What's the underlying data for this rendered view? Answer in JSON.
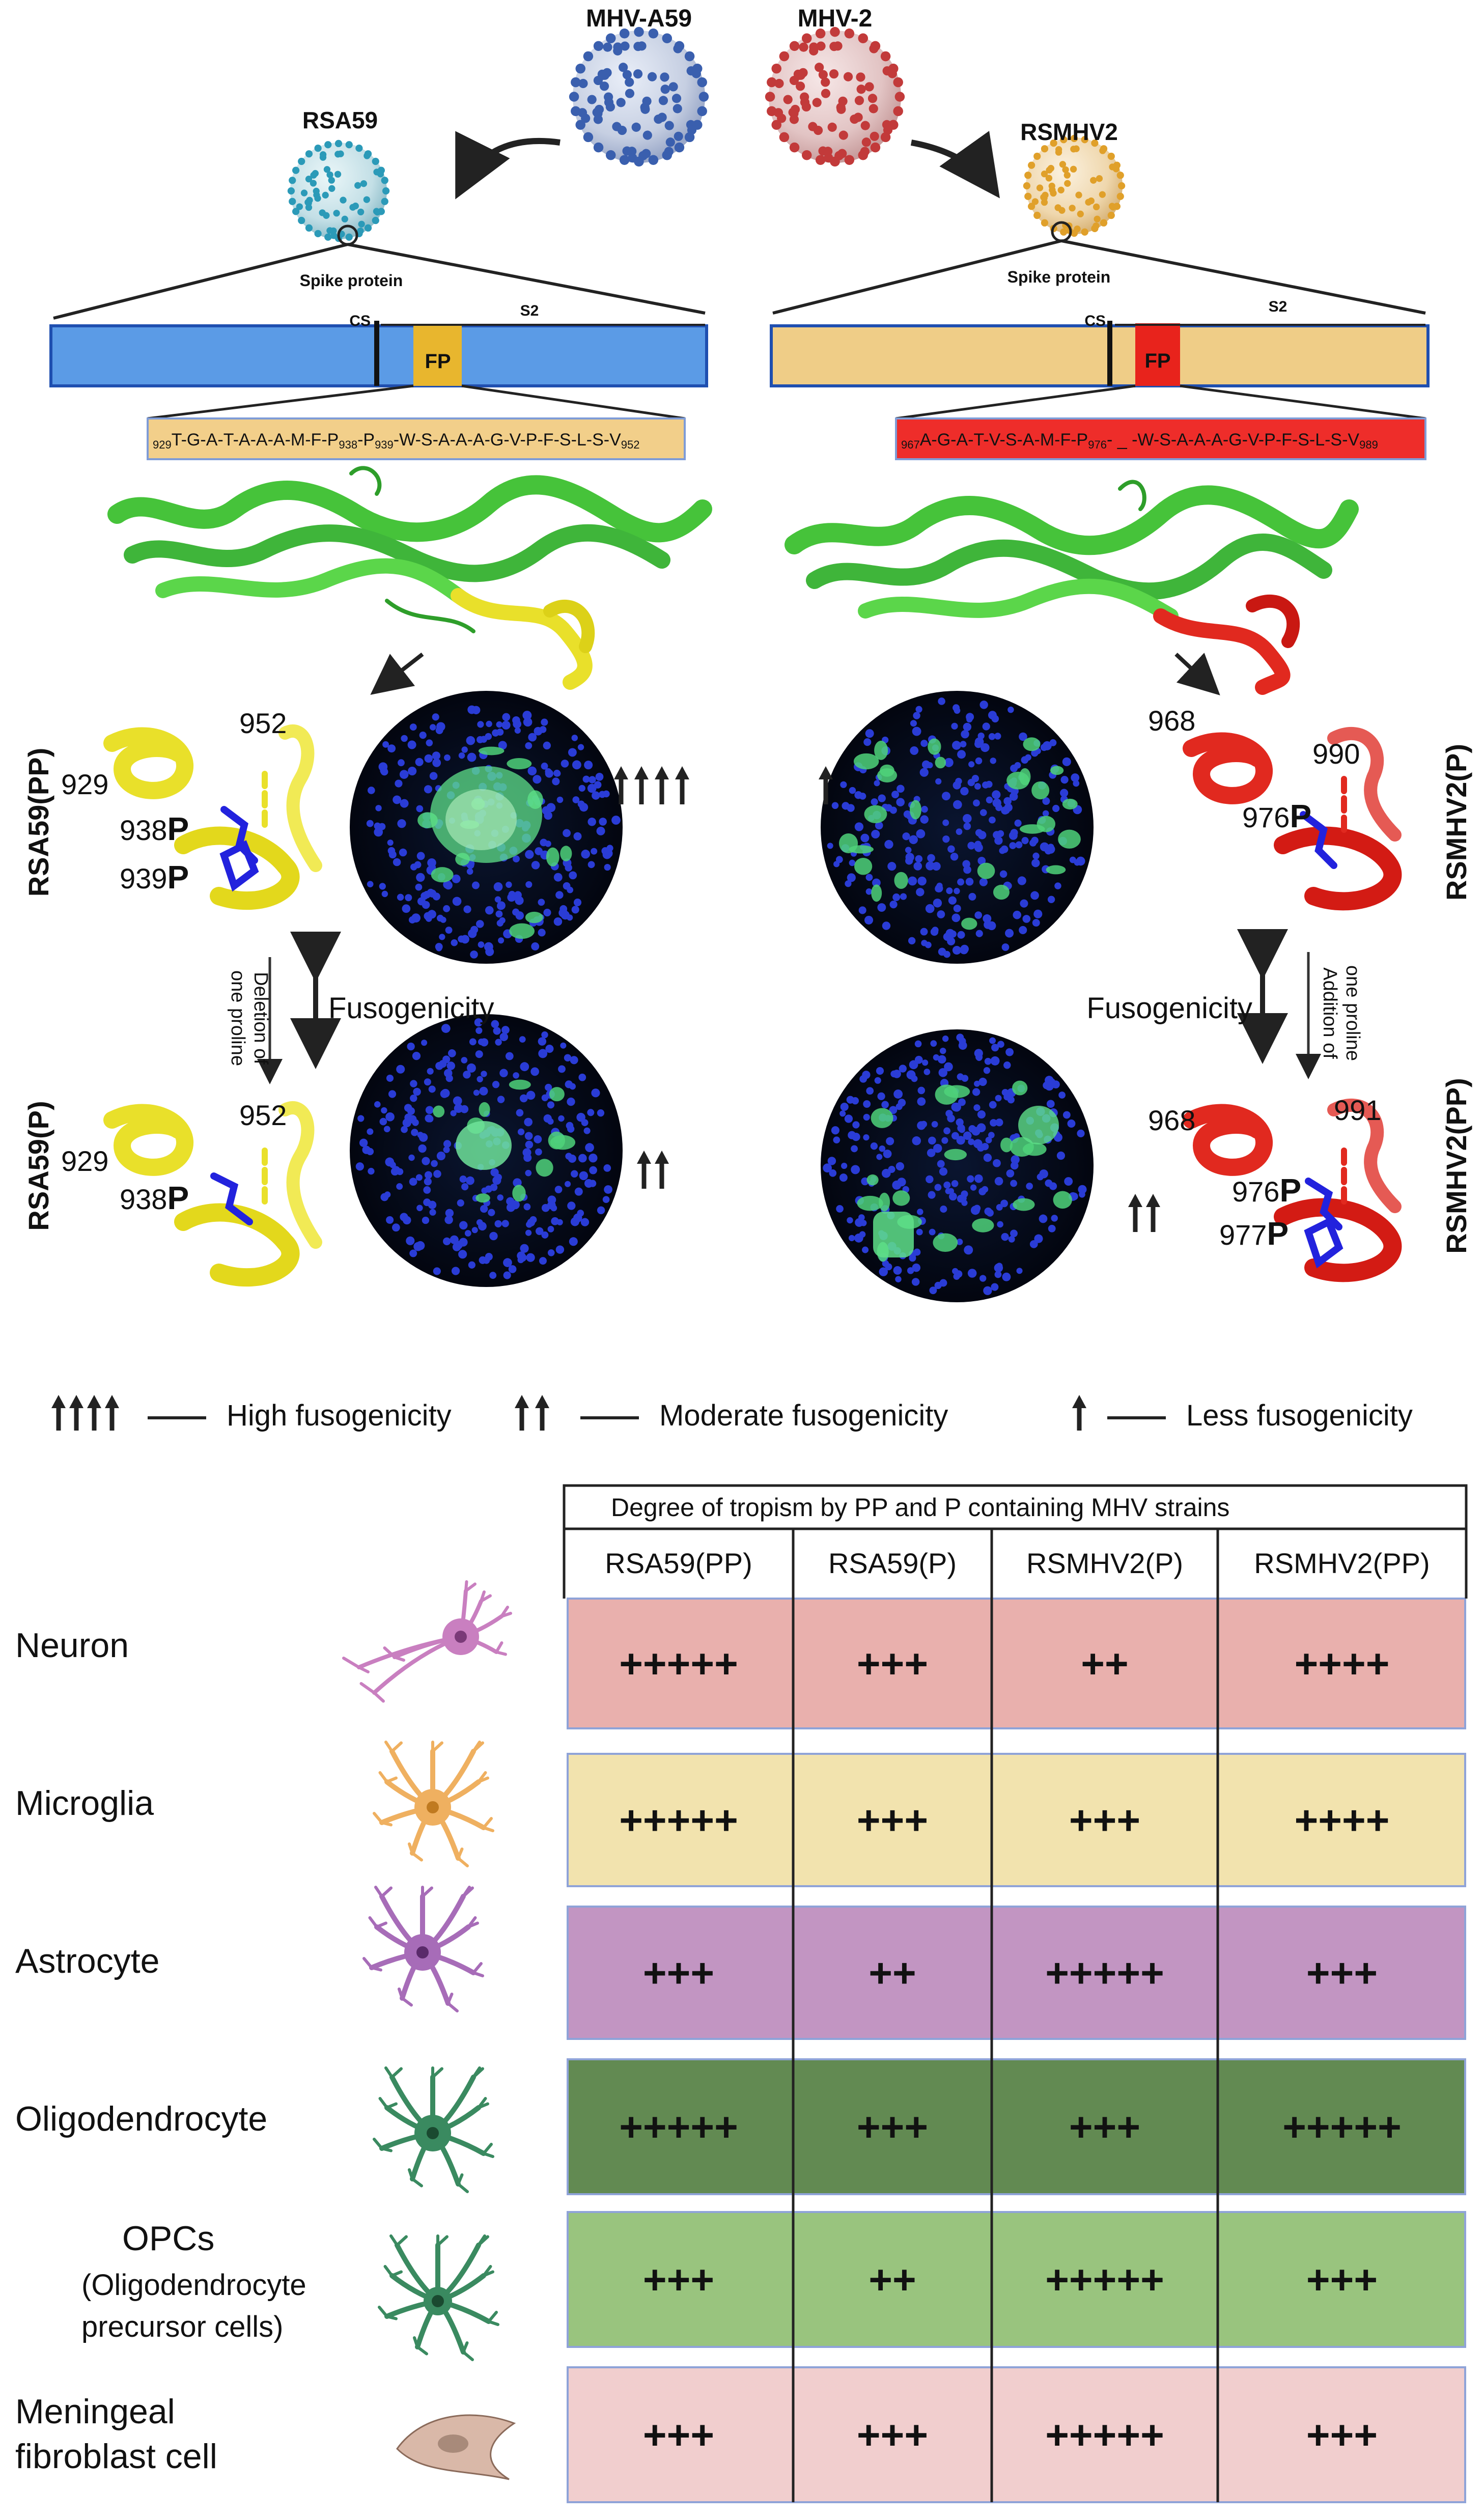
{
  "virus_top": {
    "left_label": "MHV-A59",
    "right_label": "MHV-2"
  },
  "left_strain": {
    "virus_label": "RSA59",
    "spike_label": "Spike protein",
    "cs": "CS",
    "s2": "S2",
    "fp": "FP",
    "seq_start": "929",
    "seq_main": "T-G-A-T-A-A-A-M-F-P",
    "seq_p938": "938",
    "seq_mid": "-P",
    "seq_p939": "939",
    "seq_rest": "-W-S-A-A-A-G-V-P-F-S-L-S-V",
    "seq_end": "952"
  },
  "right_strain": {
    "virus_label": "RSMHV2",
    "spike_label": "Spike protein",
    "cs": "CS",
    "s2": "S2",
    "fp": "FP",
    "seq_start": "967",
    "seq_main": "A-G-A-T-V-S-A-M-F-P",
    "seq_p976": "976",
    "seq_rest": "- _ -W-S-A-A-A-G-V-P-F-S-L-S-V",
    "seq_end": "989"
  },
  "panels": {
    "rsa59_pp": {
      "name": "RSA59(PP)",
      "n1": "952",
      "n2": "929",
      "p1": "938",
      "p2": "939"
    },
    "rsa59_p": {
      "name": "RSA59(P)",
      "n1": "952",
      "n2": "929",
      "p1": "938"
    },
    "rsmhv2_p": {
      "name": "RSMHV2(P)",
      "n1": "968",
      "n2": "990",
      "p1": "976"
    },
    "rsmhv2_pp": {
      "name": "RSMHV2(PP)",
      "n1": "968",
      "n2": "991",
      "p1": "976",
      "p2": "977"
    },
    "res_letter": "P",
    "deletion_l1": "Deletion of",
    "deletion_l2": "one proline",
    "addition_l1": "Addition of",
    "addition_l2": "one proline",
    "fusogenicity": "Fusogenicity"
  },
  "legend": {
    "high": "High fusogenicity",
    "moderate": "Moderate fusogenicity",
    "less": "Less fusogenicity"
  },
  "table": {
    "header": "Degree of tropism by PP and P containing MHV strains",
    "columns": [
      "RSA59(PP)",
      "RSA59(P)",
      "RSMHV2(P)",
      "RSMHV2(PP)"
    ],
    "rows": [
      {
        "cell": "Neuron",
        "values": [
          "+++++",
          "+++",
          "++",
          "++++"
        ],
        "color": "#e9b0ad"
      },
      {
        "cell": "Microglia",
        "values": [
          "+++++",
          "+++",
          "+++",
          "++++"
        ],
        "color": "#f2e3ae"
      },
      {
        "cell": "Astrocyte",
        "values": [
          "+++",
          "++",
          "+++++",
          "+++"
        ],
        "color": "#c295c2"
      },
      {
        "cell": "Oligodendrocyte",
        "values": [
          "+++++",
          "+++",
          "+++",
          "+++++"
        ],
        "color": "#628a52"
      },
      {
        "cell": "OPCs",
        "cell_sub1": "(Oligodendrocyte",
        "cell_sub2": "precursor cells)",
        "values": [
          "+++",
          "++",
          "+++++",
          "+++"
        ],
        "color": "#99c47e"
      },
      {
        "cell": "Meningeal",
        "cell_sub1": "fibroblast cell",
        "values": [
          "+++",
          "+++",
          "+++++",
          "+++"
        ],
        "color": "#f1cece"
      }
    ]
  }
}
